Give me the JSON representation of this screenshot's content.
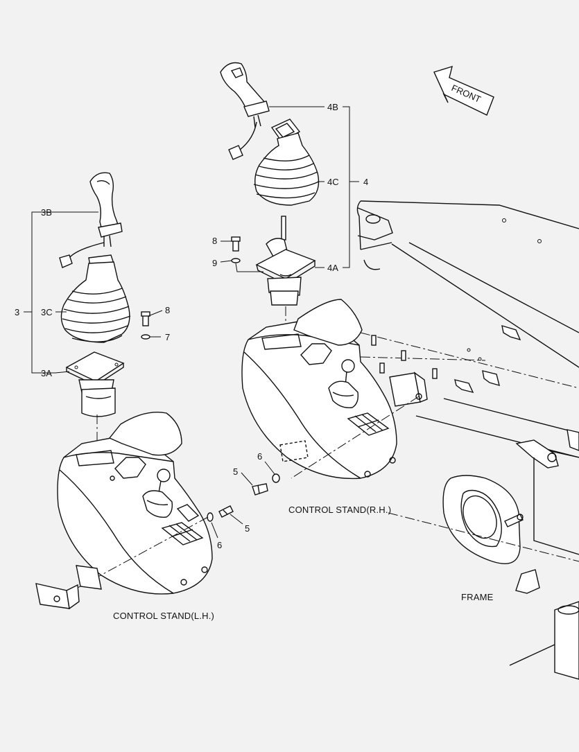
{
  "labels": {
    "front": "FRONT",
    "control_stand_lh": "CONTROL STAND(L.H.)",
    "control_stand_rh": "CONTROL STAND(R.H.)",
    "frame": "FRAME",
    "part_3": "3",
    "part_3a": "3A",
    "part_3b": "3B",
    "part_3c": "3C",
    "part_4": "4",
    "part_4a": "4A",
    "part_4b": "4B",
    "part_4c": "4C",
    "part_5_left": "5",
    "part_5_right": "5",
    "part_6_left": "6",
    "part_6_right": "6",
    "part_7": "7",
    "part_8_left": "8",
    "part_8_right": "8",
    "part_9": "9"
  }
}
